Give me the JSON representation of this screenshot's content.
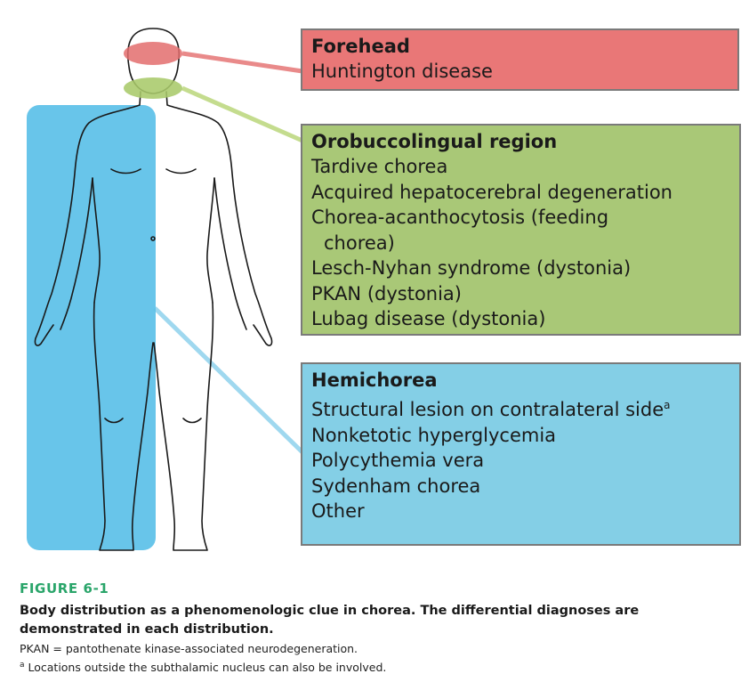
{
  "figure": {
    "label": "FIGURE 6-1",
    "description": "Body distribution as a phenomenologic clue in chorea. The differential diagnoses are demonstrated in each distribution.",
    "note_abbrev": "PKAN = pantothenate kinase-associated neurodegeneration.",
    "note_footnote_mark": "a",
    "note_footnote": " Locations outside the subthalamic nucleus can also be involved."
  },
  "boxes": {
    "forehead": {
      "title": "Forehead",
      "items": [
        "Huntington disease"
      ],
      "color": "#e97777"
    },
    "orobuccal": {
      "title": "Orobuccolingual region",
      "items": [
        "Tardive chorea",
        "Acquired hepatocerebral degeneration",
        "Chorea-acanthocytosis (feeding",
        "chorea)",
        "Lesch-Nyhan syndrome (dystonia)",
        "PKAN (dystonia)",
        "Lubag disease (dystonia)"
      ],
      "color": "#a9c877"
    },
    "hemi": {
      "title": "Hemichorea",
      "items": [
        "Structural lesion on contralateral side",
        "Nonketotic hyperglycemia",
        "Polycythemia vera",
        "Sydenham chorea",
        "Other"
      ],
      "item0_sup": "a",
      "color": "#84cfe6"
    }
  },
  "colors": {
    "label_green": "#2aa56a",
    "body_outline": "#1a1a1a",
    "hemibody_fill": "#5bc0e8"
  }
}
